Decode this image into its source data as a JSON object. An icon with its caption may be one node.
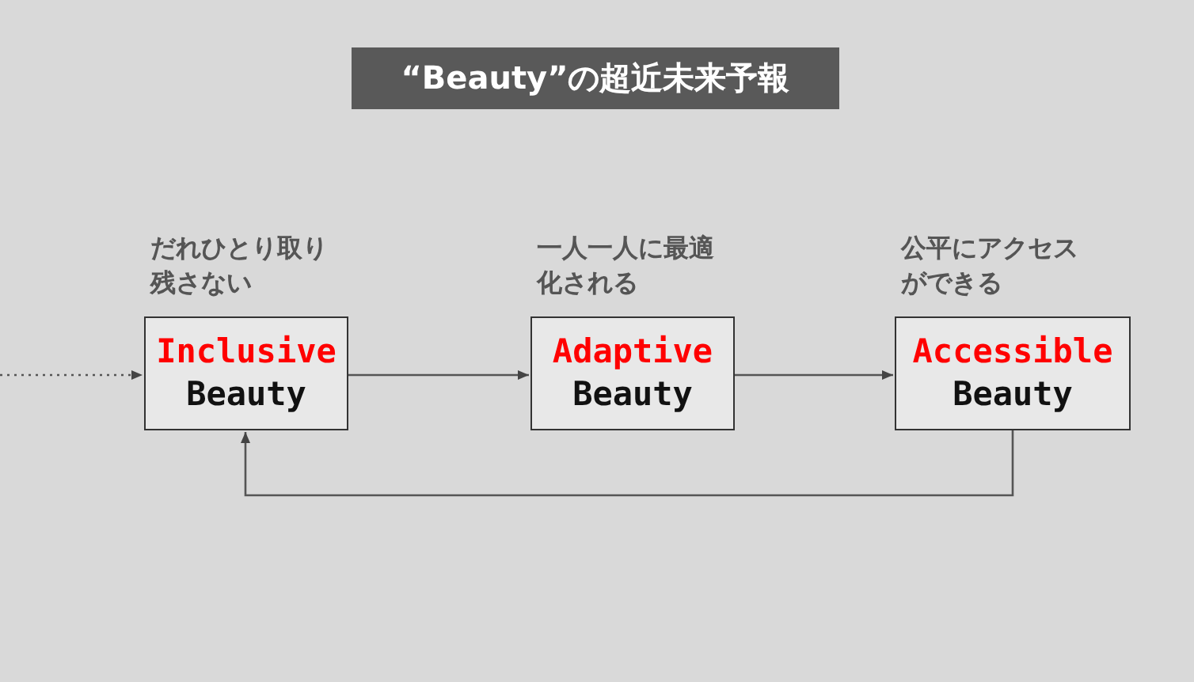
{
  "diagram": {
    "title": "“Beauty”の超近未来予報",
    "nodes": [
      {
        "text": [
          "Inclusive",
          "Beauty"
        ],
        "beside": [
          "だれひとり取り残さない"
        ]
      },
      {
        "text": [
          "Adaptive",
          "Beauty"
        ],
        "beside": [
          "一人一人に最適化される"
        ]
      },
      {
        "text": [
          "Accessible",
          "Beauty"
        ],
        "beside": [
          "公平にアクセスができる"
        ]
      }
    ],
    "edges": [
      {
        "from": null,
        "to": 0,
        "arrow": "to",
        "style": "dashed"
      },
      {
        "from": 0,
        "to": 1,
        "arrow": "to"
      },
      {
        "from": 1,
        "to": 2,
        "arrow": "to"
      },
      {
        "from": 2,
        "to": 0,
        "arrow": "to"
      }
    ]
  }
}
